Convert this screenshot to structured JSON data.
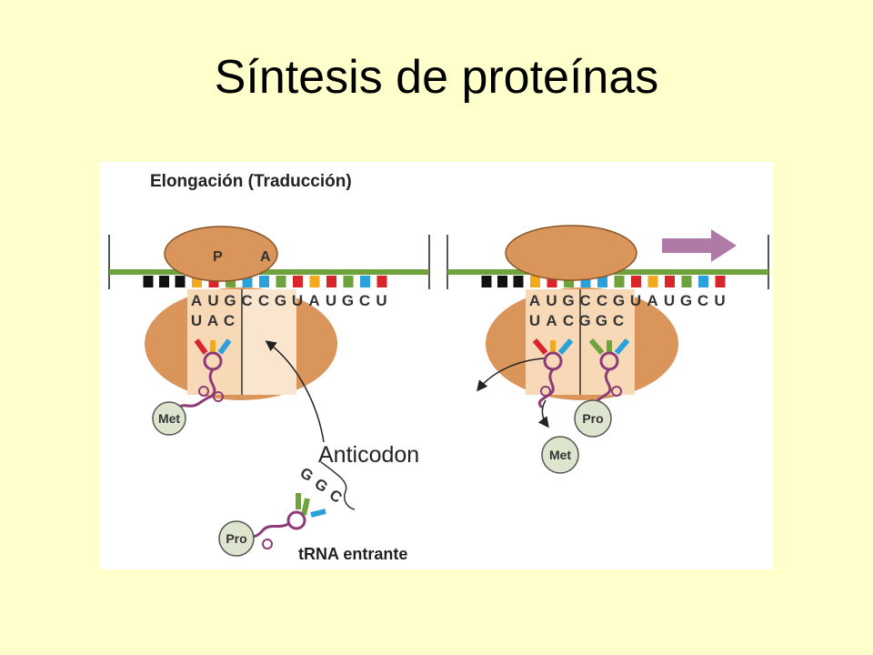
{
  "slide": {
    "title": "Síntesis de proteínas"
  },
  "figure": {
    "heading": "Elongación (Traducción)",
    "left_panel": {
      "site_p": "P",
      "site_a": "A",
      "mrna": [
        "A",
        "U",
        "G",
        "C",
        "C",
        "G",
        "U",
        "A",
        "U",
        "G",
        "C",
        "U"
      ],
      "anticodon": [
        "U",
        "A",
        "C"
      ],
      "amino_acid": "Met"
    },
    "right_panel": {
      "mrna": [
        "A",
        "U",
        "G",
        "C",
        "C",
        "G",
        "U",
        "A",
        "U",
        "G",
        "C",
        "U"
      ],
      "anticodon_p": [
        "U",
        "A",
        "C"
      ],
      "anticodon_a": [
        "G",
        "G",
        "C"
      ],
      "amino_acid_bound": "Pro",
      "amino_acid_released": "Met"
    },
    "incoming": {
      "anticodon": [
        "G",
        "G",
        "C"
      ],
      "amino_acid": "Pro",
      "label": "tRNA entrante"
    },
    "callout": "Anticodon"
  },
  "colors": {
    "background": "#ffffcc",
    "ribosome": "#d9955a",
    "mrna_backbone": "#6fa23c",
    "trna": "#8e3a78",
    "arrow": "#b07aa6"
  }
}
